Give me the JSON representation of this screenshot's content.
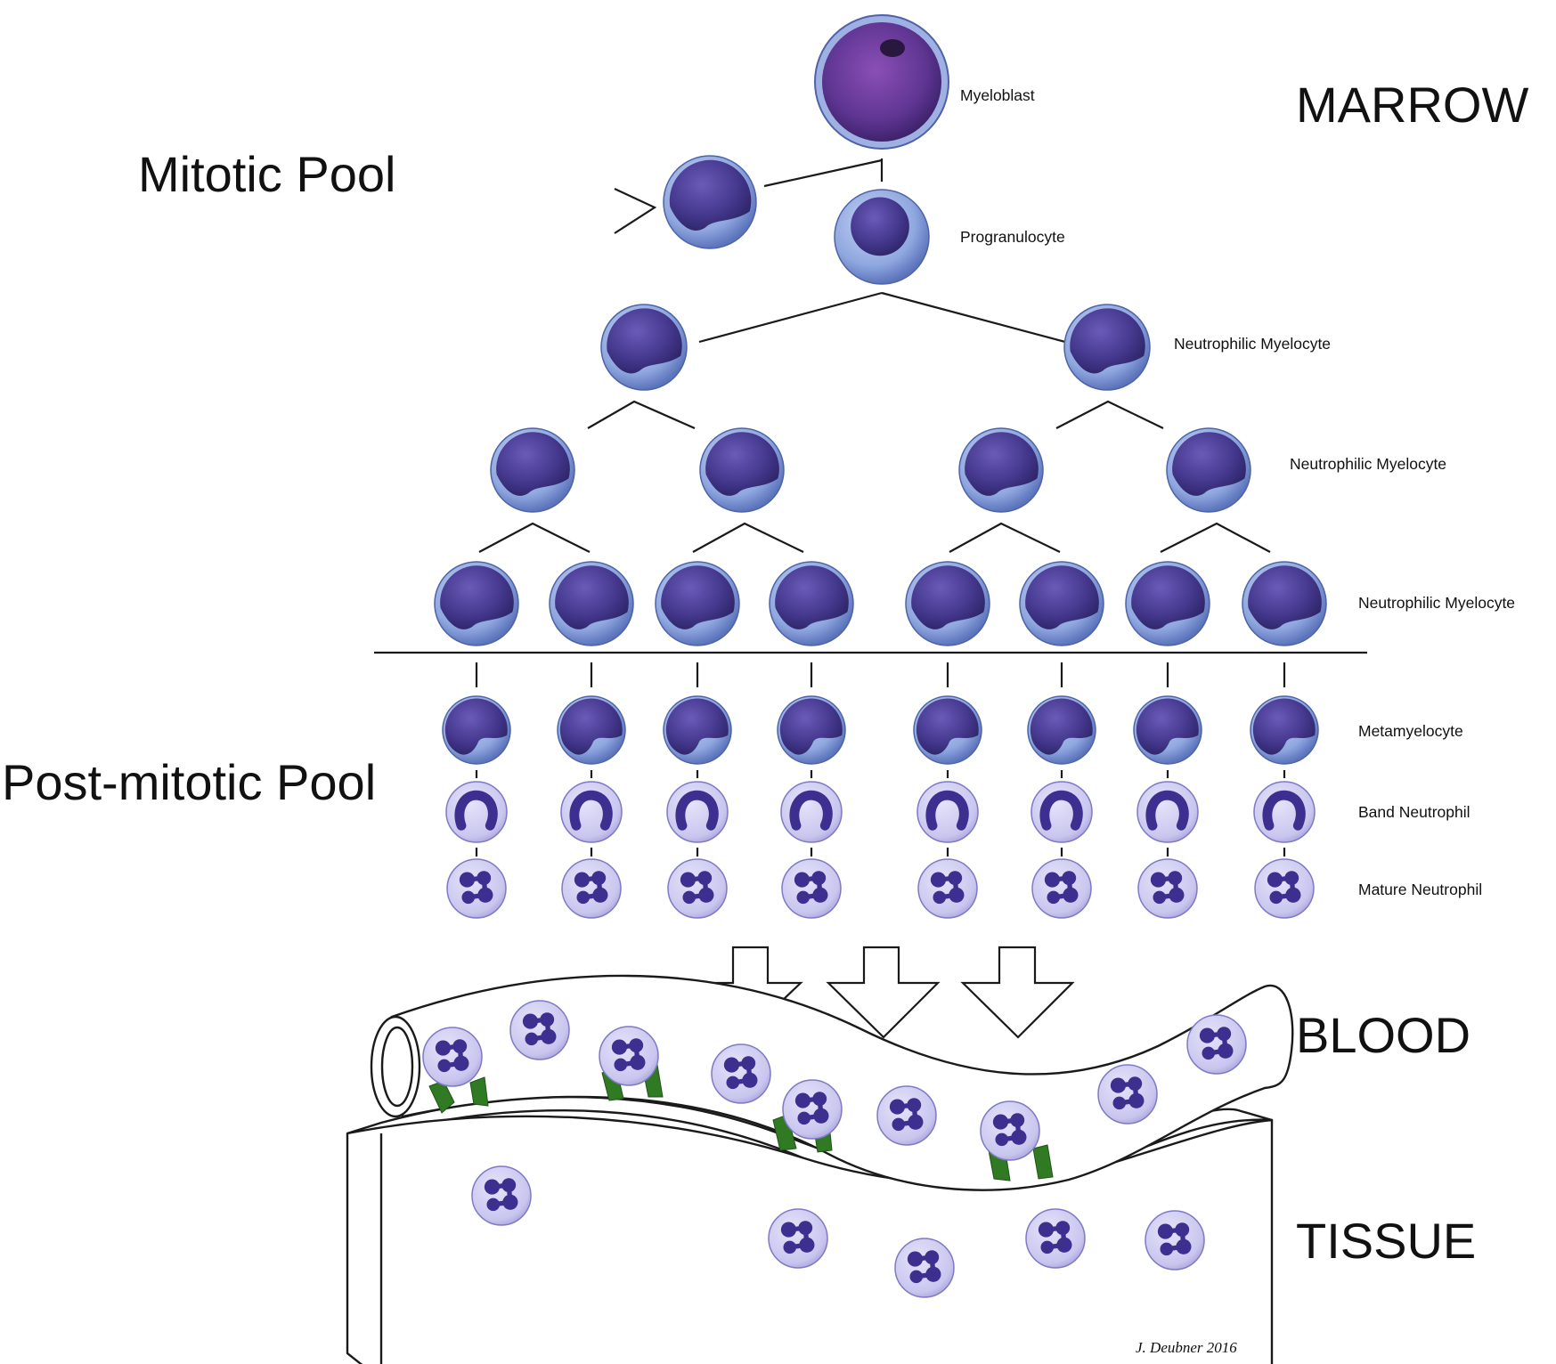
{
  "regions": {
    "marrow": "MARROW",
    "blood": "BLOOD",
    "tissue": "TISSUE"
  },
  "pools": {
    "mitotic": "Mitotic Pool",
    "post_mitotic": "Post-mitotic Pool"
  },
  "stages": {
    "myeloblast": "Myeloblast",
    "progranulocyte": "Progranulocyte",
    "myelocyte_1": "Neutrophilic Myelocyte",
    "myelocyte_2": "Neutrophilic Myelocyte",
    "myelocyte_3": "Neutrophilic Myelocyte",
    "metamyelocyte": "Metamyelocyte",
    "band": "Band Neutrophil",
    "mature": "Mature Neutrophil"
  },
  "credit": "J. Deubner 2016",
  "colors": {
    "cytoplasm_blue": "#8fa7df",
    "nucleus_purple": "#3d2f8f",
    "myeloblast_purple": "#6a3d9e",
    "mature_cytoplasm": "#cfcdf0",
    "adhesion_green": "#2f7a23"
  }
}
